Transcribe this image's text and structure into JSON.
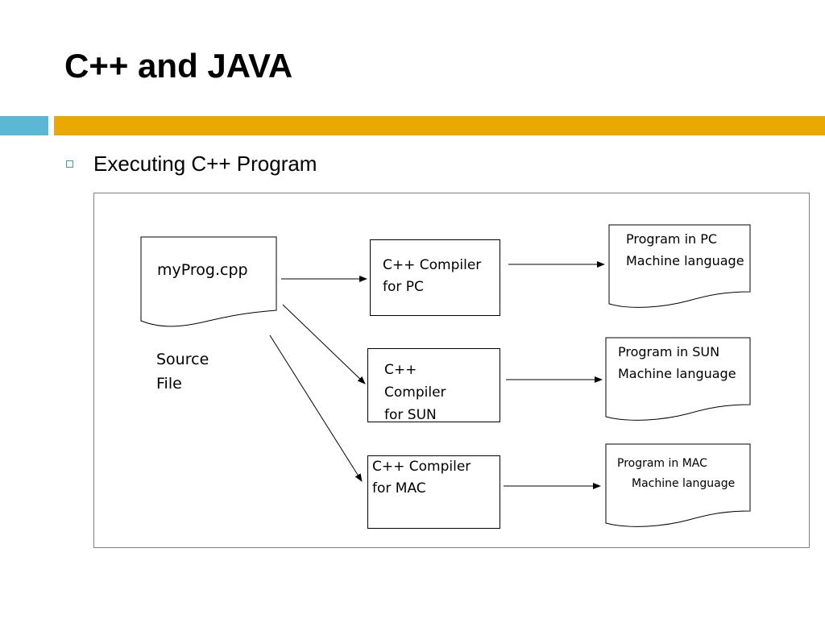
{
  "slide": {
    "title": "C++ and JAVA",
    "bullet": "Executing C++ Program",
    "accent_colors": {
      "blue": "#5bb7d3",
      "gold": "#eaa900"
    }
  },
  "diagram": {
    "source": {
      "filename": "myProg.cpp",
      "label_line1": "Source",
      "label_line2": "File"
    },
    "compilers": [
      {
        "lines": [
          "C++ Compiler",
          "for PC"
        ]
      },
      {
        "lines": [
          "C++",
          "Compiler",
          "for SUN"
        ]
      },
      {
        "lines": [
          "C++ Compiler",
          "for MAC"
        ]
      }
    ],
    "outputs": [
      {
        "lines": [
          "Program in PC",
          "Machine language"
        ]
      },
      {
        "lines": [
          "Program in SUN",
          "Machine language"
        ]
      },
      {
        "lines": [
          "Program in MAC",
          "Machine language"
        ]
      }
    ]
  }
}
